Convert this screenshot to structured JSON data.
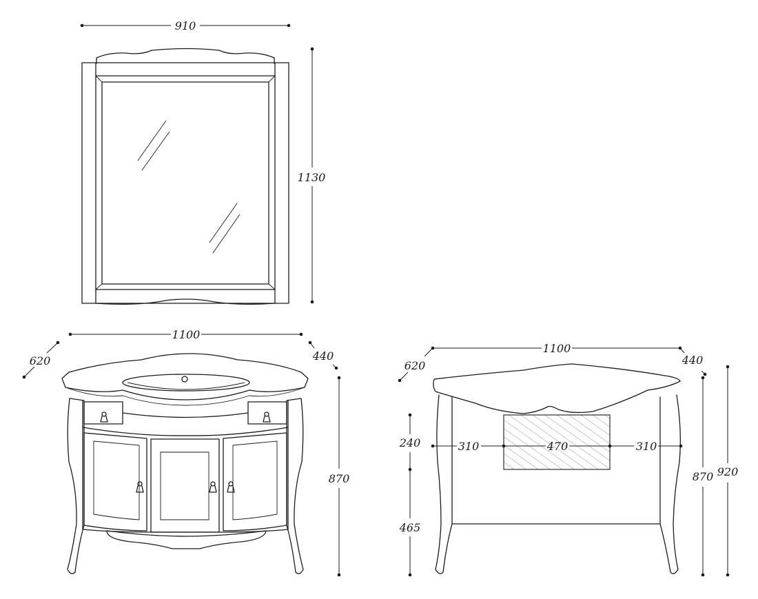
{
  "mirror": {
    "width_label": "910",
    "height_label": "1130"
  },
  "vanity_front": {
    "width_label": "1100",
    "depth_left_label": "620",
    "depth_right_label": "440",
    "height_label": "870"
  },
  "vanity_back": {
    "width_label": "1100",
    "depth_left_label": "620",
    "depth_right_label": "440",
    "height_label": "870",
    "total_height_label": "920",
    "outlet_height_label": "240",
    "floor_to_outlet_label": "465",
    "left_offset_label": "310",
    "outlet_width_label": "470",
    "right_offset_label": "310"
  }
}
